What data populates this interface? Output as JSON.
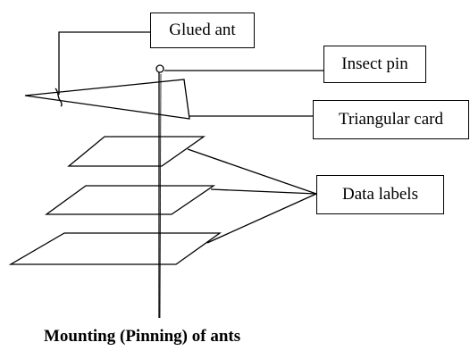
{
  "labels": {
    "glued_ant": "Glued ant",
    "insect_pin": "Insect pin",
    "triangular_card": "Triangular card",
    "data_labels": "Data labels"
  },
  "caption": "Mounting (Pinning) of ants",
  "colors": {
    "line": "#000000",
    "background": "#ffffff"
  }
}
